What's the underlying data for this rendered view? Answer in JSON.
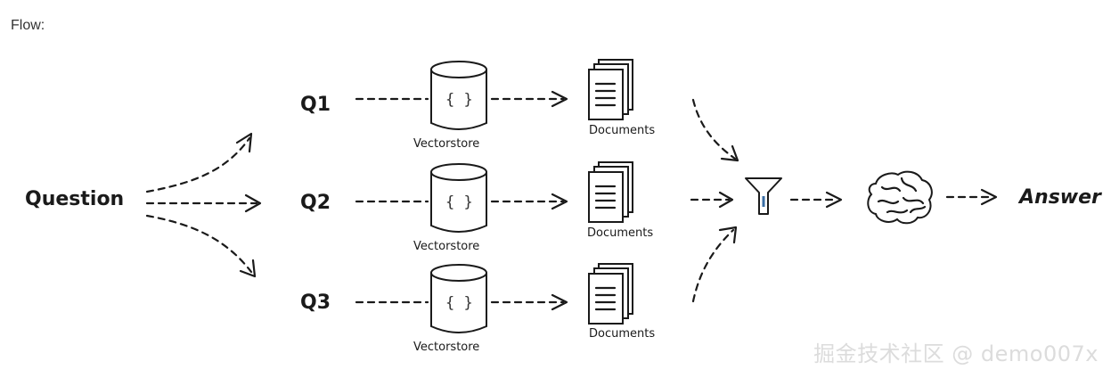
{
  "header": {
    "label": "Flow:"
  },
  "nodes": {
    "question": "Question",
    "queries": [
      "Q1",
      "Q2",
      "Q3"
    ],
    "vectorstore_label": "Vectorstore",
    "vectorstore_glyph": "{ }",
    "documents_label": "Documents",
    "answer": "Answer"
  },
  "icons": {
    "store": "database-icon",
    "docs": "documents-icon",
    "filter": "funnel-icon",
    "llm": "brain-icon"
  },
  "watermark": "掘金技术社区 @ demo007x"
}
